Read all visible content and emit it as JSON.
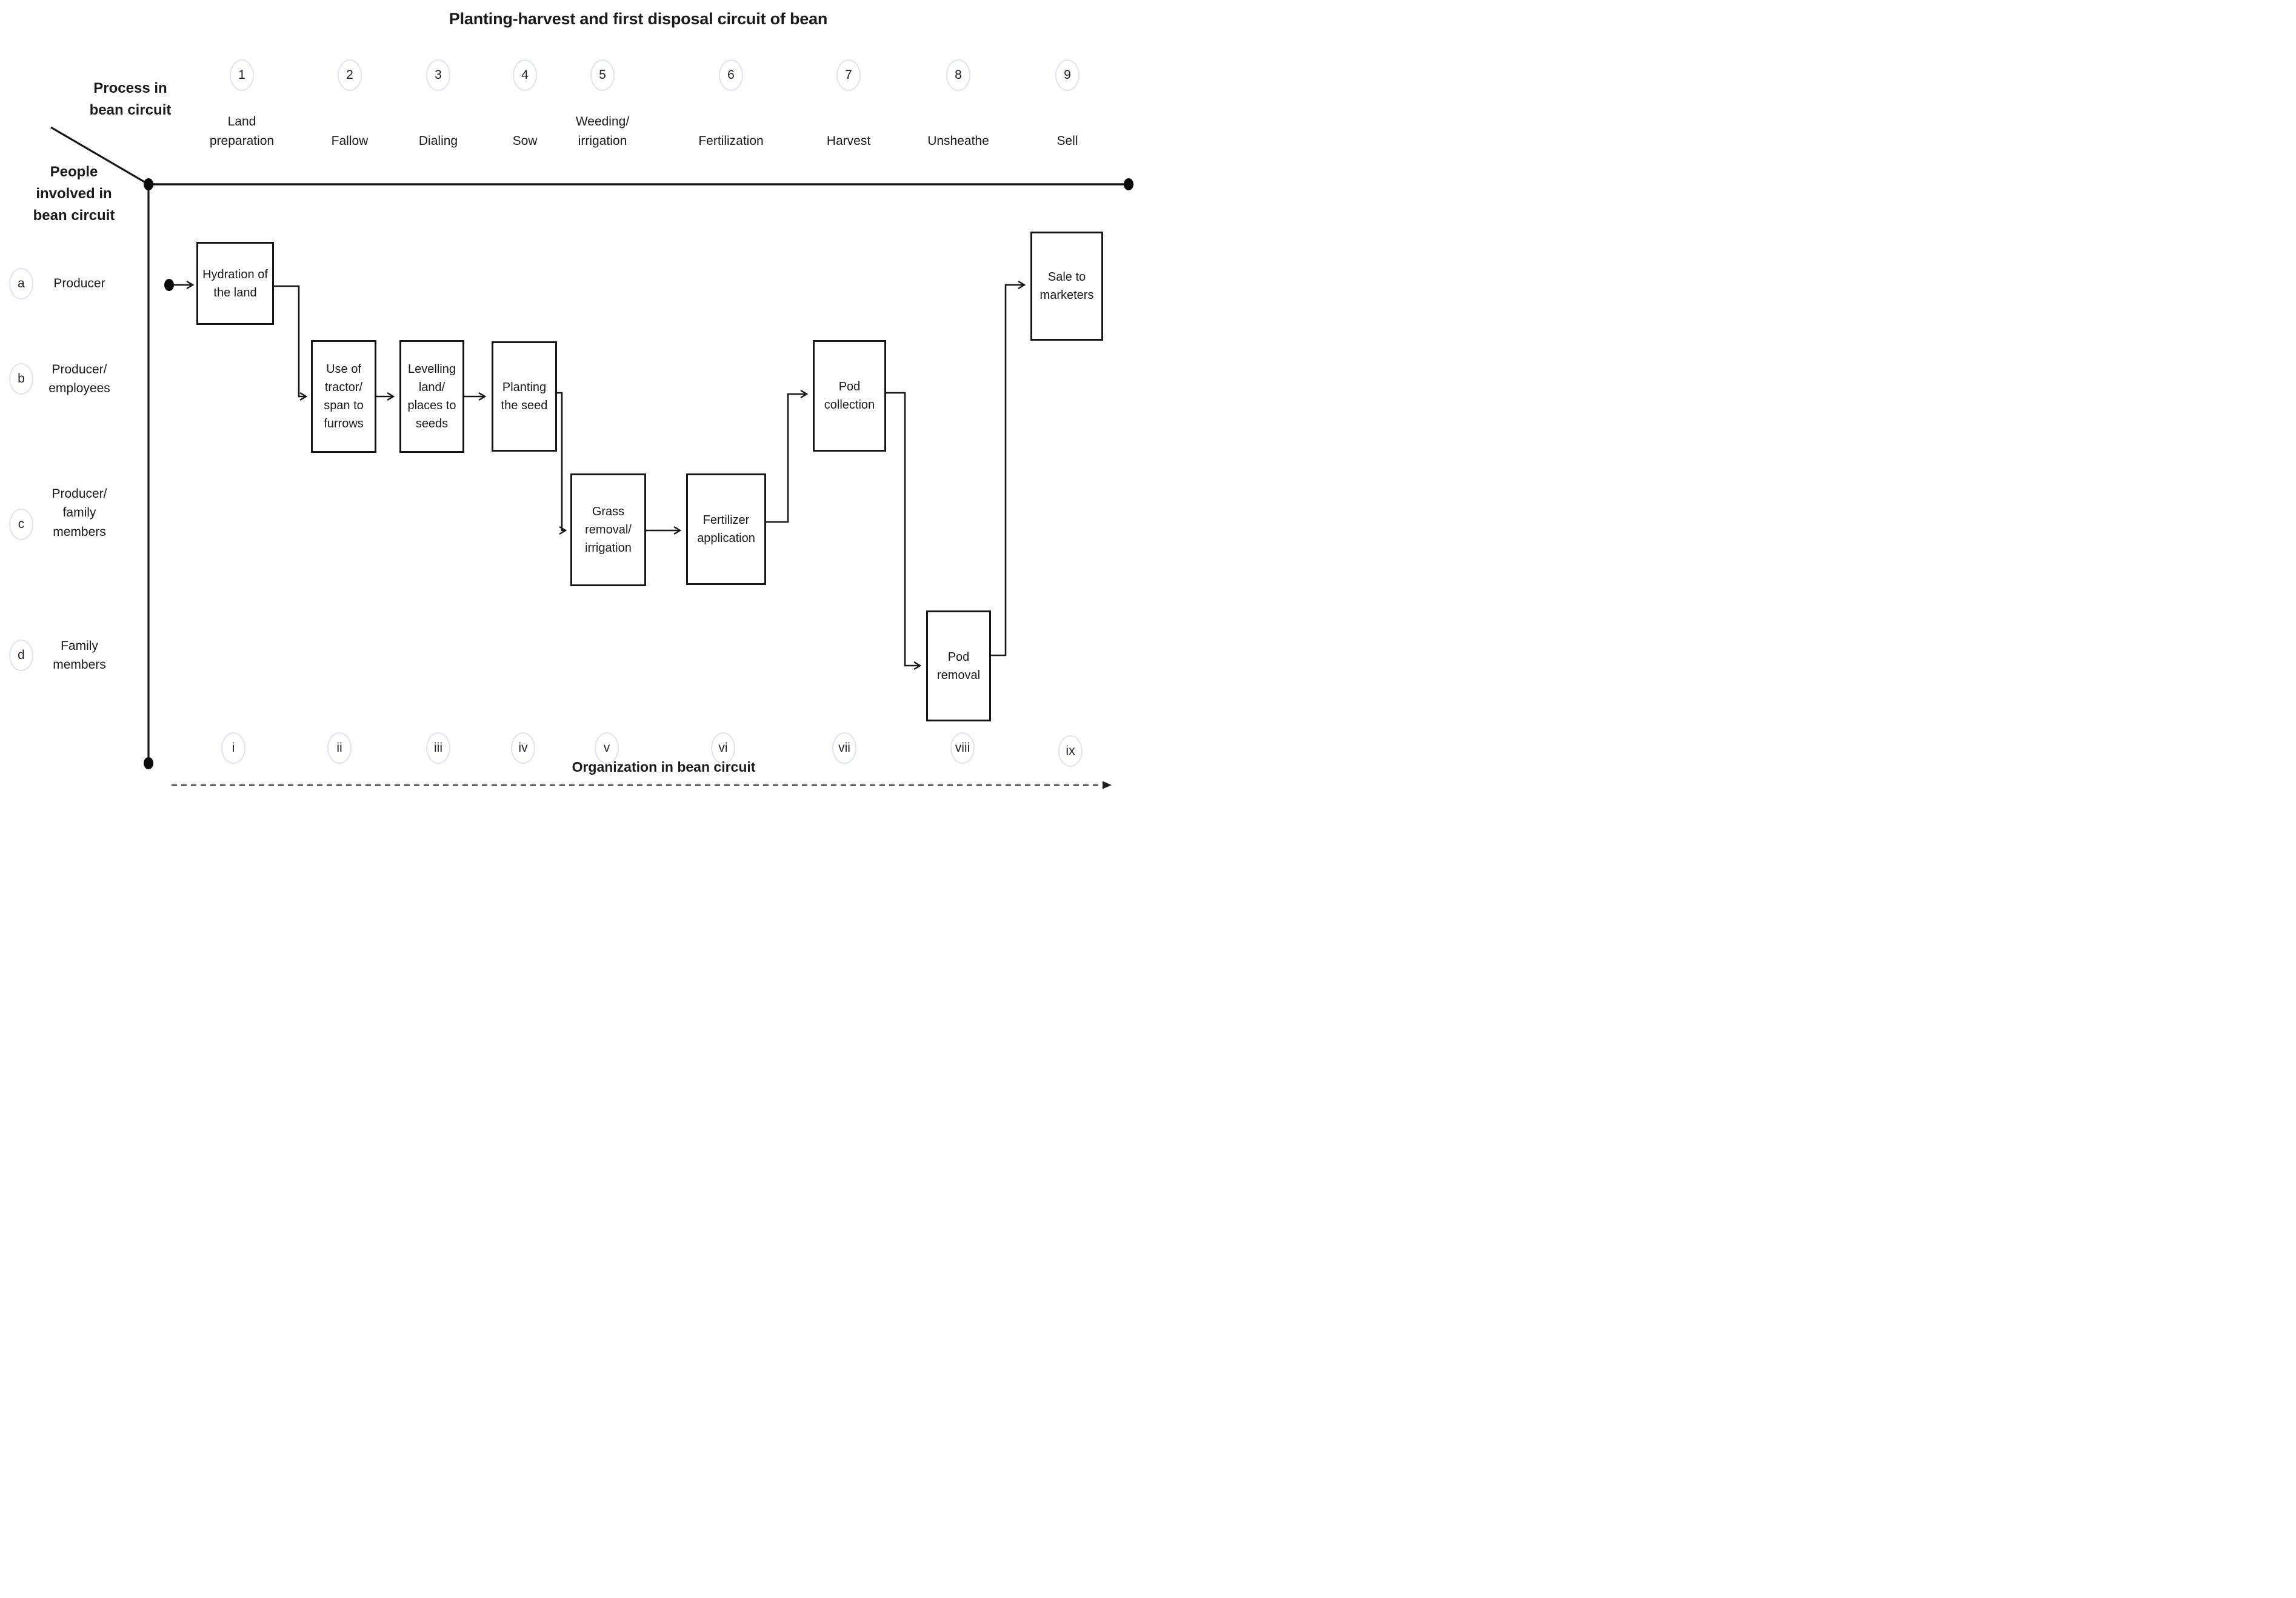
{
  "title": "Planting-harvest and first disposal circuit of bean",
  "axes": {
    "process_axis_label": "Process in bean circuit",
    "people_axis_label": "People involved in bean circuit",
    "organization_axis_label": "Organization in bean circuit"
  },
  "process_steps": [
    {
      "number": "1",
      "label": "Land preparation"
    },
    {
      "number": "2",
      "label": "Fallow"
    },
    {
      "number": "3",
      "label": "Dialing"
    },
    {
      "number": "4",
      "label": "Sow"
    },
    {
      "number": "5",
      "label": "Weeding/ irrigation"
    },
    {
      "number": "6",
      "label": "Fertilization"
    },
    {
      "number": "7",
      "label": "Harvest"
    },
    {
      "number": "8",
      "label": "Unsheathe"
    },
    {
      "number": "9",
      "label": "Sell"
    }
  ],
  "people_rows": [
    {
      "letter": "a",
      "label": "Producer"
    },
    {
      "letter": "b",
      "label": "Producer/ employees"
    },
    {
      "letter": "c",
      "label": "Producer/ family members"
    },
    {
      "letter": "d",
      "label": "Family members"
    }
  ],
  "activities": [
    {
      "label": "Hydration of the land"
    },
    {
      "label": "Use of tractor/ span to furrows"
    },
    {
      "label": "Levelling land/ places to seeds"
    },
    {
      "label": "Planting the seed"
    },
    {
      "label": "Grass removal/ irrigation"
    },
    {
      "label": "Fertilizer application"
    },
    {
      "label": "Pod collection"
    },
    {
      "label": "Pod removal"
    },
    {
      "label": "Sale to marketers"
    }
  ],
  "organization_steps": [
    "i",
    "ii",
    "iii",
    "iv",
    "v",
    "vi",
    "vii",
    "viii",
    "ix"
  ],
  "colors": {
    "line": "#161616",
    "circle_border": "#dde3f0",
    "background": "#ffffff",
    "text": "#1a1a1a"
  }
}
